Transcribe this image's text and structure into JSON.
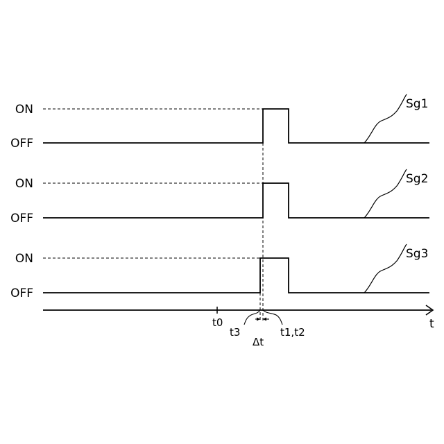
{
  "levels": {
    "on": "ON",
    "off": "OFF"
  },
  "signals": [
    {
      "name": "Sg1"
    },
    {
      "name": "Sg2"
    },
    {
      "name": "Sg3"
    }
  ],
  "axis": {
    "label": "t",
    "t0": "t0",
    "t3": "t3",
    "t1t2": "t1,t2",
    "delta": "Δt"
  }
}
